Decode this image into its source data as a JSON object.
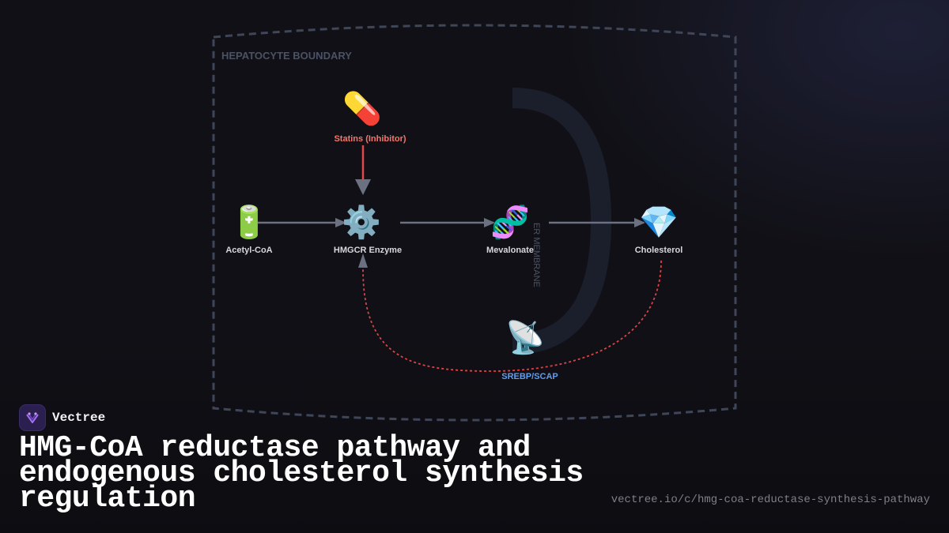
{
  "diagram": {
    "boundary_label": "HEPATOCYTE BOUNDARY",
    "membrane_label": "ER MEMBRANE",
    "nodes": {
      "acetyl": {
        "label": "Acetyl-CoA",
        "icon": "battery-icon",
        "glyph": "🔋"
      },
      "hmgcr": {
        "label": "HMGCR Enzyme",
        "icon": "gear-icon",
        "glyph": "⚙️"
      },
      "mevalonate": {
        "label": "Mevalonate",
        "icon": "dna-icon",
        "glyph": "🧬"
      },
      "cholesterol": {
        "label": "Cholesterol",
        "icon": "gem-icon",
        "glyph": "💎"
      },
      "statins": {
        "label": "Statins (Inhibitor)",
        "icon": "pill-icon",
        "glyph": "💊"
      },
      "srebp": {
        "label": "SREBP/SCAP",
        "icon": "satellite-antenna-icon",
        "glyph": "📡"
      }
    },
    "colors": {
      "arrow": "#6b7180",
      "inhibit": "#e04a4a",
      "feedback": "#d94444",
      "node_label": "#d7d8de",
      "statins_label": "#f2766b",
      "srebp_label": "#5f9ef0",
      "boundary": "#3e4658"
    }
  },
  "brand": {
    "name": "Vectree"
  },
  "title": "HMG-CoA reductase pathway and endogenous cholesterol synthesis regulation",
  "url": "vectree.io/c/hmg-coa-reductase-synthesis-pathway"
}
